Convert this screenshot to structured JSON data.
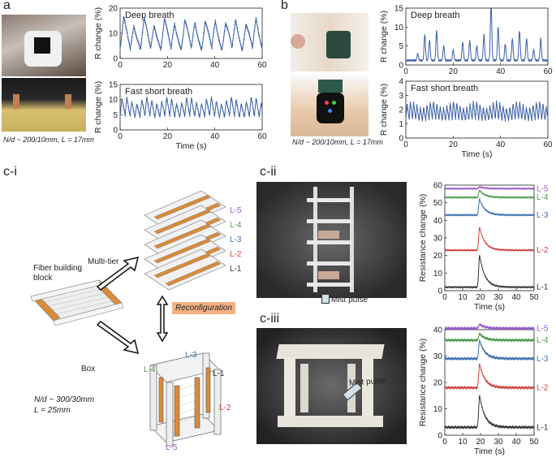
{
  "panels": {
    "a": {
      "label": "a",
      "note": "N/d ~ 200/10mm, L = 17mm"
    },
    "b": {
      "label": "b",
      "note": "N/d ~ 200/10mm, L = 17mm"
    },
    "ci": {
      "label": "c-i",
      "block_label": "Fiber building block",
      "multi_tier": "Multi-tier",
      "box": "Box",
      "reconfig": "Reconfiguration",
      "note1": "N/d ~ 300/30mm",
      "note2": "L = 25mm",
      "layers_mt": [
        "L-5",
        "L-4",
        "L-3",
        "L-2",
        "L-1"
      ],
      "layers_box": {
        "l3": "L-3",
        "l4": "L-4",
        "l1": "L-1",
        "l2": "L-2",
        "l5": "L-5"
      }
    },
    "cii": {
      "label": "c-ii",
      "mist": "Mist pulse"
    },
    "ciii": {
      "label": "c-iii",
      "mist": "Mist pulse"
    }
  },
  "colors": {
    "signal": "#3a5fa8",
    "l5": "#9b59d0",
    "l4": "#4a9a4a",
    "l3": "#3a6fb0",
    "l2": "#d04040",
    "l1": "#333333",
    "fiber": "#d98a3a",
    "reconfig_bg": "#f4b183"
  },
  "chart_data": [
    {
      "id": "a-top",
      "type": "line",
      "title": "Deep breath",
      "xlabel": "",
      "ylabel": "R change (%)",
      "xlim": [
        0,
        60
      ],
      "ylim": [
        0,
        20
      ],
      "xticks": [
        0,
        20,
        40,
        60
      ],
      "yticks": [
        0,
        10,
        20
      ],
      "period": 4.3,
      "min": 1,
      "max": 17
    },
    {
      "id": "a-bot",
      "type": "line",
      "title": "Fast short breath",
      "xlabel": "Time (s)",
      "ylabel": "R change (%)",
      "xlim": [
        0,
        60
      ],
      "ylim": [
        0,
        15
      ],
      "xticks": [
        0,
        20,
        40,
        60
      ],
      "yticks": [
        0,
        5,
        10,
        15
      ],
      "period": 2.1,
      "min": 3,
      "max": 11
    },
    {
      "id": "b-top",
      "type": "line",
      "title": "Deep breath",
      "xlabel": "",
      "ylabel": "R change (%)",
      "xlim": [
        0,
        60
      ],
      "ylim": [
        0,
        15
      ],
      "xticks": [
        0,
        20,
        40,
        60
      ],
      "yticks": [
        0,
        5,
        10,
        15
      ],
      "peaks": [
        [
          5,
          3
        ],
        [
          8,
          8
        ],
        [
          10,
          6.5
        ],
        [
          13,
          9
        ],
        [
          16,
          5
        ],
        [
          20,
          4
        ],
        [
          24,
          6
        ],
        [
          27,
          6.5
        ],
        [
          30,
          5
        ],
        [
          33,
          8
        ],
        [
          36,
          16
        ],
        [
          39,
          10
        ],
        [
          42,
          5.5
        ],
        [
          45,
          7
        ],
        [
          48,
          9
        ],
        [
          51,
          7
        ],
        [
          54,
          4
        ],
        [
          57,
          7
        ]
      ],
      "base": 1.2
    },
    {
      "id": "b-bot",
      "type": "line",
      "title": "Fast short breath",
      "xlabel": "Time (s)",
      "ylabel": "R change (%)",
      "xlim": [
        0,
        60
      ],
      "ylim": [
        0,
        4
      ],
      "xticks": [
        0,
        20,
        40,
        60
      ],
      "yticks": [
        0,
        1,
        2,
        3,
        4
      ],
      "period": 1.4,
      "min": 1.0,
      "max": 2.6
    },
    {
      "id": "cii-chart",
      "type": "line",
      "xlabel": "Time (s)",
      "ylabel": "Resistance change (%)",
      "xlim": [
        0,
        50
      ],
      "ylim": [
        0,
        60
      ],
      "xticks": [
        0,
        10,
        20,
        30,
        40,
        50
      ],
      "yticks": [
        0,
        10,
        20,
        30,
        40,
        50,
        60
      ],
      "series": [
        {
          "name": "L-5",
          "base": 58,
          "peak": 1
        },
        {
          "name": "L-4",
          "base": 53,
          "peak": 4
        },
        {
          "name": "L-3",
          "base": 43,
          "peak": 9
        },
        {
          "name": "L-2",
          "base": 23,
          "peak": 13
        },
        {
          "name": "L-1",
          "base": 2,
          "peak": 18
        }
      ]
    },
    {
      "id": "ciii-chart",
      "type": "line",
      "xlabel": "Time (s)",
      "ylabel": "Resistance change (%)",
      "xlim": [
        0,
        50
      ],
      "ylim": [
        0,
        40
      ],
      "xticks": [
        0,
        10,
        20,
        30,
        40,
        50
      ],
      "yticks": [
        0,
        10,
        20,
        30,
        40
      ],
      "series": [
        {
          "name": "L-5",
          "base": 40.5,
          "peak": 1.5
        },
        {
          "name": "L-4",
          "base": 36,
          "peak": 2.5
        },
        {
          "name": "L-3",
          "base": 29,
          "peak": 7
        },
        {
          "name": "L-2",
          "base": 18,
          "peak": 9
        },
        {
          "name": "L-1",
          "base": 3,
          "peak": 12
        }
      ]
    }
  ]
}
